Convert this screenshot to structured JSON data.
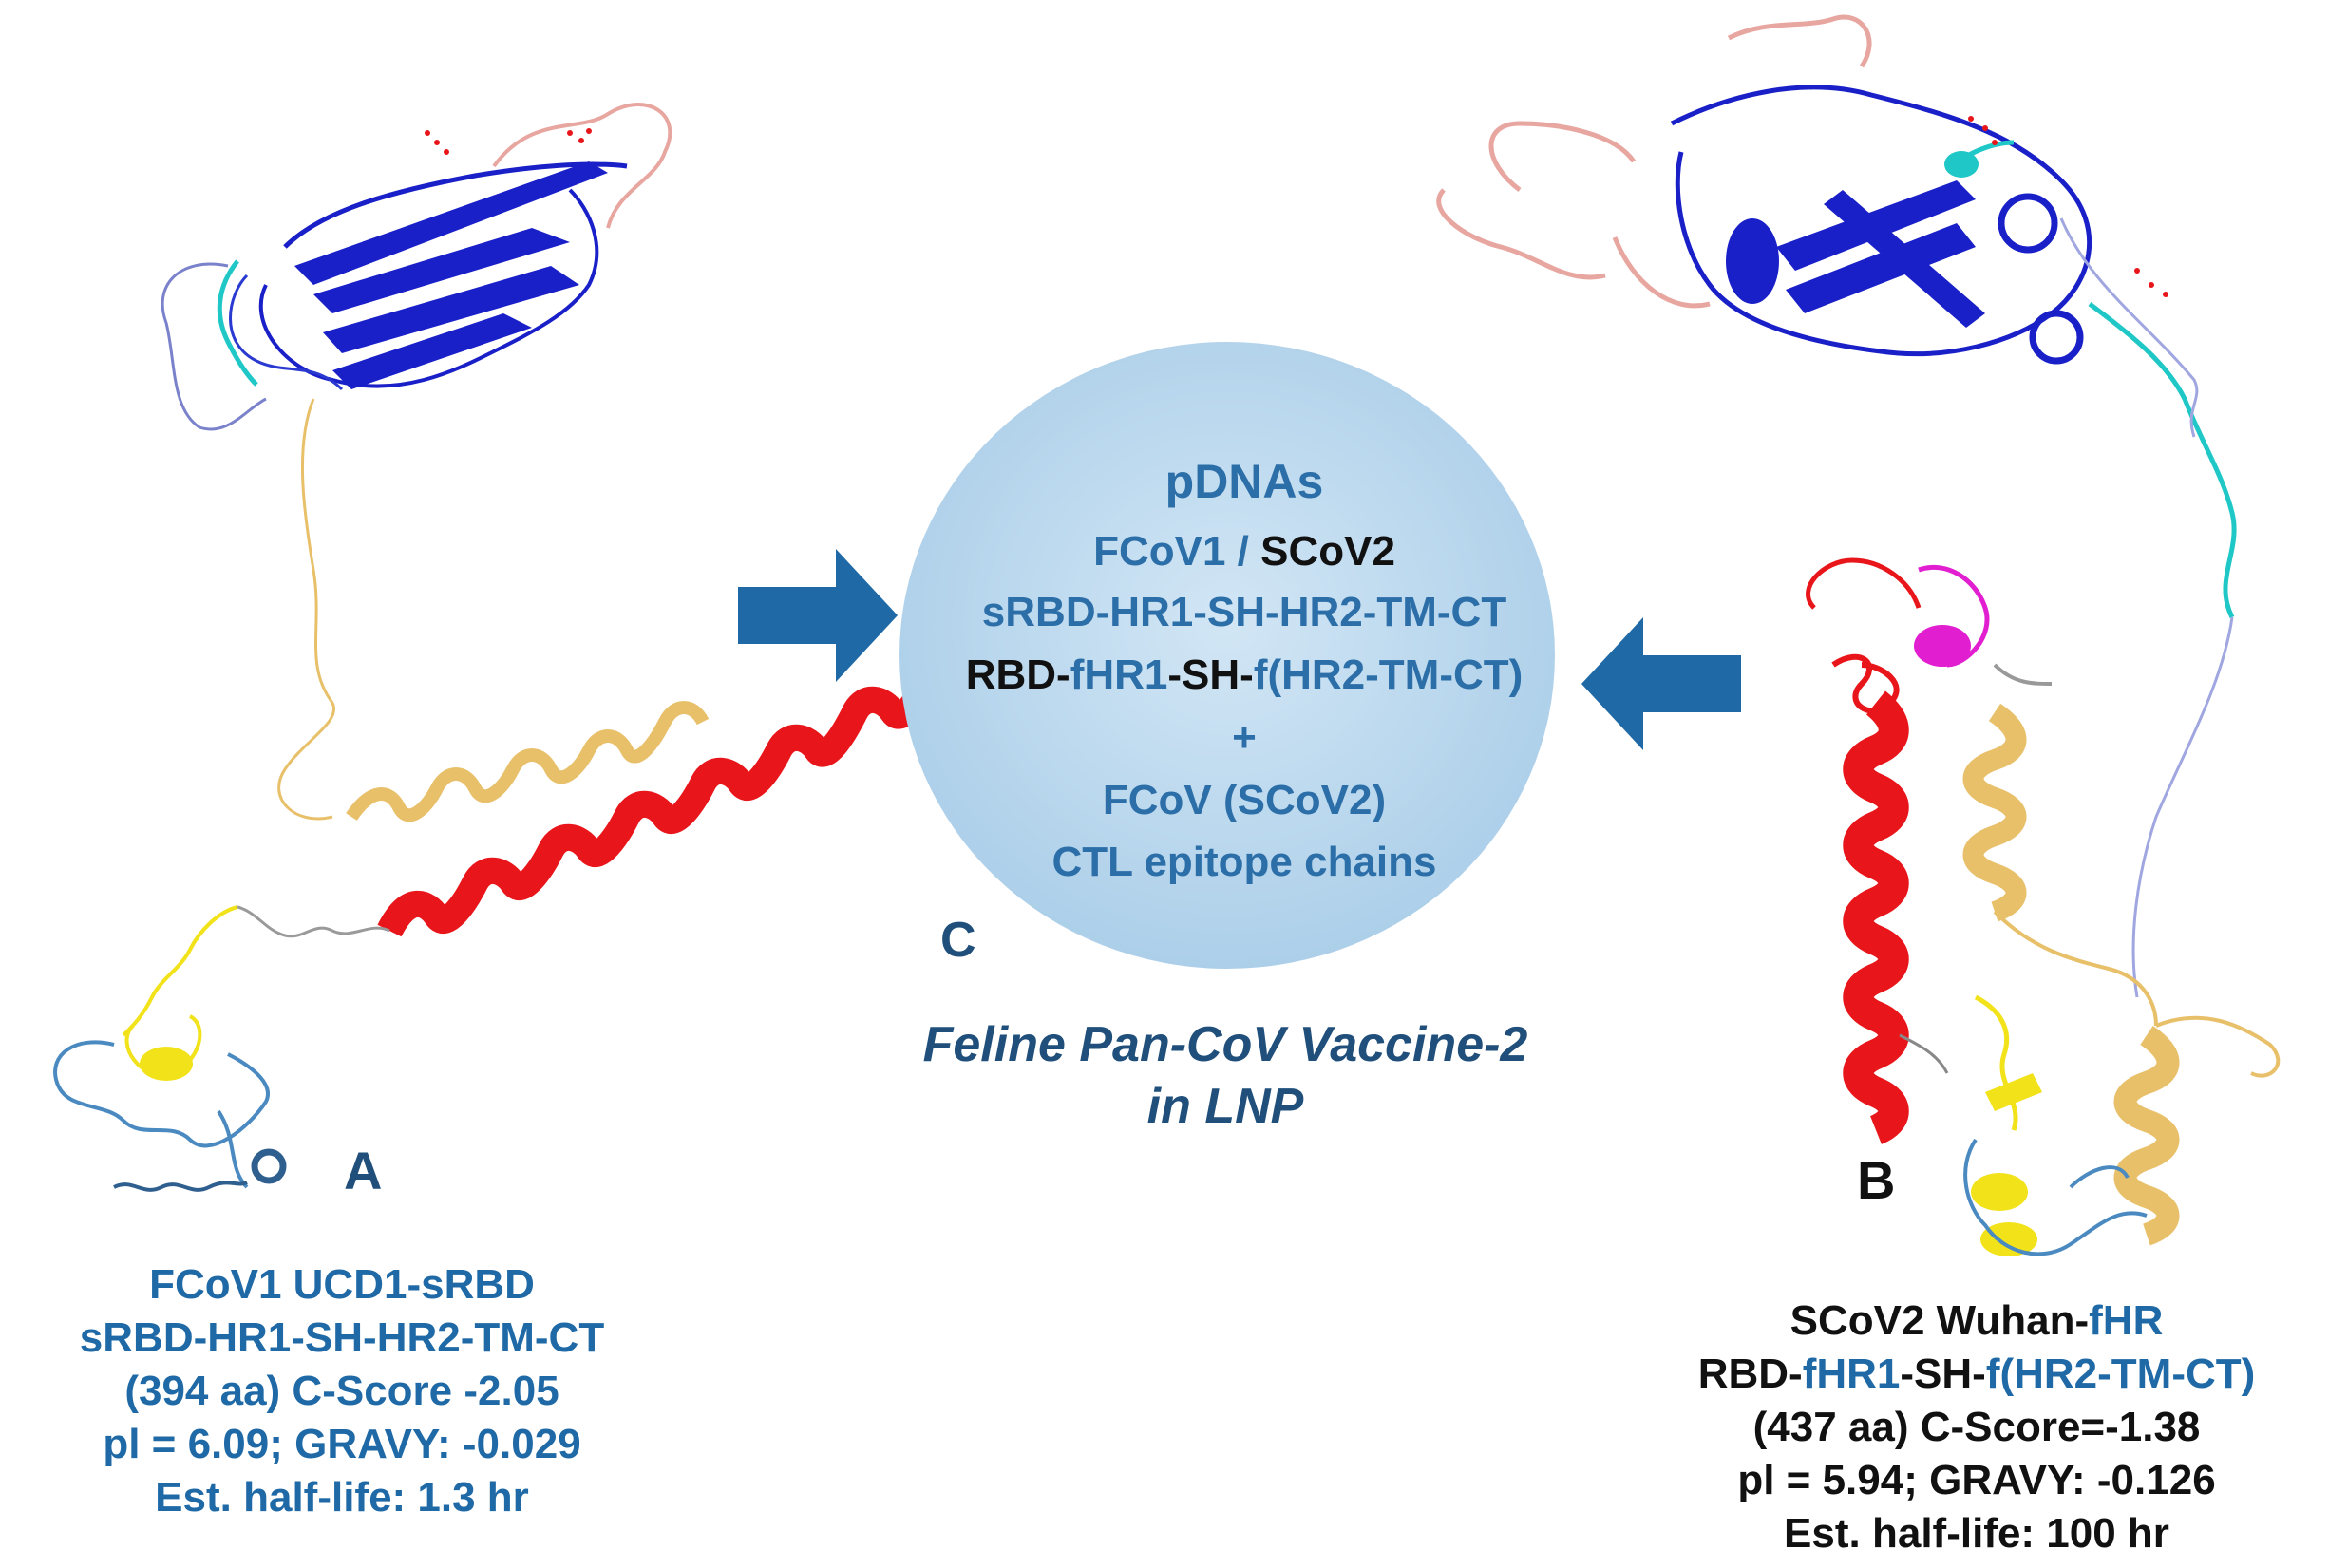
{
  "colors": {
    "circle": "#bcd9ef",
    "arrow": "#1f6aa6",
    "label_blue": "#2b6ea8",
    "caption_blue": "#1f6aa6",
    "dark": "#111111",
    "helix_red": "#e8161a",
    "helix_gold": "#e8c06a",
    "sheet_blue": "#1a20c8",
    "loop_pink": "#e8a6a0",
    "cyan": "#1fc7c7",
    "magenta": "#e21ed1",
    "yellow": "#f2e21a",
    "steel": "#4a8ac0"
  },
  "center": {
    "title": "pDNAs",
    "line1_a": "FCoV1 / ",
    "line1_b": "SCoV2",
    "line2": "sRBD-HR1-SH-HR2-TM-CT",
    "line3_a": "RBD-",
    "line3_b": "fHR1",
    "line3_c": "-SH-",
    "line3_d": "f",
    "line3_e": "(HR2-TM-CT)",
    "plus": "+",
    "line4": "FCoV (SCoV2)",
    "line5": "CTL epitope chains",
    "label": "C"
  },
  "vaccine": {
    "line1": "Feline Pan-CoV Vaccine-2",
    "line2": "in LNP"
  },
  "panel_a": {
    "label": "A",
    "caption": [
      "FCoV1 UCD1-sRBD",
      "sRBD-HR1-SH-HR2-TM-CT",
      "(394 aa) C-Score -2.05",
      "pl = 6.09; GRAVY:  -0.029",
      "Est. half-life:  1.3 hr"
    ]
  },
  "panel_b": {
    "label": "B",
    "caption_line1_a": "SCoV2 Wuhan-",
    "caption_line1_b": "fHR",
    "caption_line2_a": "RBD-",
    "caption_line2_b": "fHR1",
    "caption_line2_c": "-SH-",
    "caption_line2_d": "f(HR2-TM-CT)",
    "caption_rest": [
      "(437 aa) C-Score=-1.38",
      "pl = 5.94; GRAVY:  -0.126",
      "Est. half-life:  100 hr"
    ]
  }
}
